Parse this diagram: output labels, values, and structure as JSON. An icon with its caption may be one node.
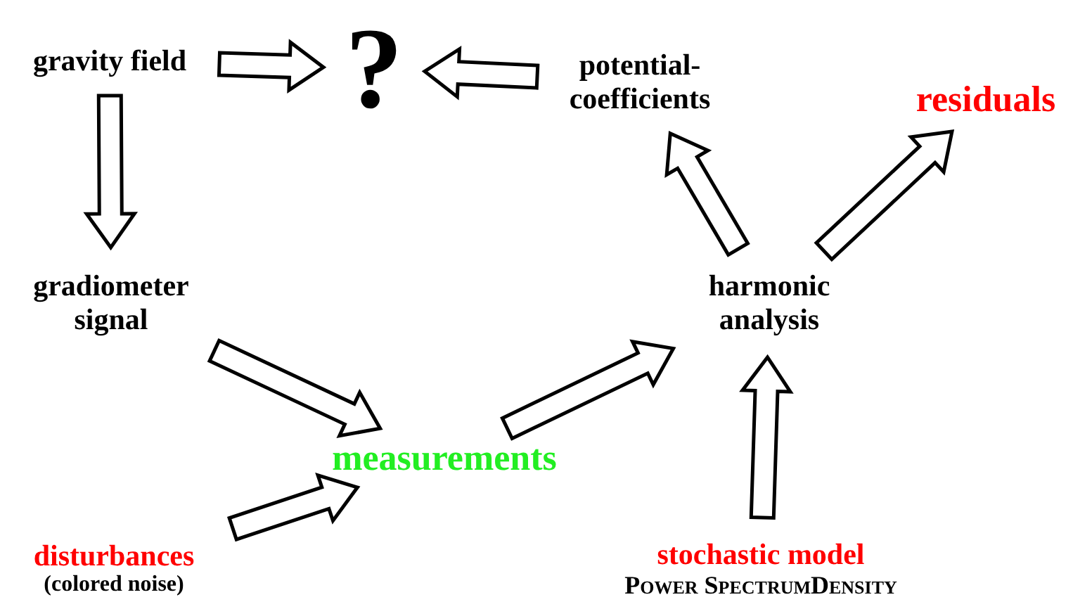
{
  "diagram": {
    "nodes": [
      {
        "text": [
          "gravity field"
        ]
      },
      {
        "text": [
          "?"
        ]
      },
      {
        "text": [
          "potential- coefficients"
        ]
      },
      {
        "text": [
          "residuals"
        ]
      },
      {
        "text": [
          "gradiometer signal"
        ]
      },
      {
        "text": [
          "harmonic analysis"
        ]
      },
      {
        "text": [
          "measurements"
        ]
      },
      {
        "text": [
          "disturbances",
          "(colored noise)"
        ]
      },
      {
        "text": [
          "stochastic model",
          "Power SpectrumDensity"
        ]
      }
    ],
    "edges": [
      {
        "from": 0,
        "to": 1,
        "arrow": "to"
      },
      {
        "from": 2,
        "to": 1,
        "arrow": "to"
      },
      {
        "from": 0,
        "to": 4,
        "arrow": "to"
      },
      {
        "from": 4,
        "to": 6,
        "arrow": "to"
      },
      {
        "from": 7,
        "to": 6,
        "arrow": "to"
      },
      {
        "from": 6,
        "to": 5,
        "arrow": "to"
      },
      {
        "from": 8,
        "to": 5,
        "arrow": "to"
      },
      {
        "from": 5,
        "to": 2,
        "arrow": "to"
      },
      {
        "from": 5,
        "to": 3,
        "arrow": "to"
      }
    ]
  }
}
